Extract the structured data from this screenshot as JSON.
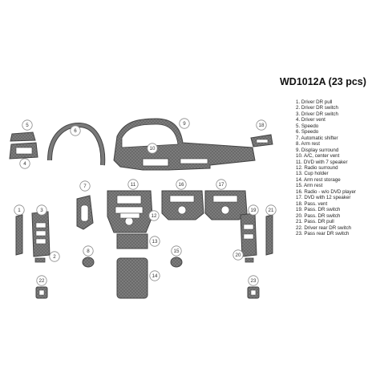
{
  "title": "WD1012A (23 pcs)",
  "legend": [
    "1. Driver DR pull",
    "2. Driver DR switch",
    "3. Driver DR switch",
    "4. Driver vent",
    "5. Speedo",
    "6. Speedo",
    "7. Automatic shifter",
    "8. Arm rest",
    "9. Display surround",
    "10. A/C, center vent",
    "11. DVD with 7 speaker",
    "12. Radio surround",
    "13. Cup holder",
    "14. Arm rest storage",
    "15. Arm rest",
    "16. Radio - w/o DVD player",
    "17. DVD with 12 speaker",
    "18. Pass. vent",
    "19. Pass. DR switch",
    "20. Pass. DR switch",
    "21. Pass. DR pull",
    "22. Driver rear DR switch",
    "23. Pass rear DR switch"
  ],
  "callouts": [
    "1",
    "2",
    "3",
    "4",
    "5",
    "6",
    "7",
    "8",
    "9",
    "10",
    "11",
    "12",
    "13",
    "14",
    "15",
    "16",
    "17",
    "18",
    "19",
    "20",
    "21",
    "22",
    "23"
  ],
  "colors": {
    "trim": "#7a7a7a",
    "trim_dark": "#5e5e5e",
    "outline": "#444444",
    "callout": "#888888"
  }
}
